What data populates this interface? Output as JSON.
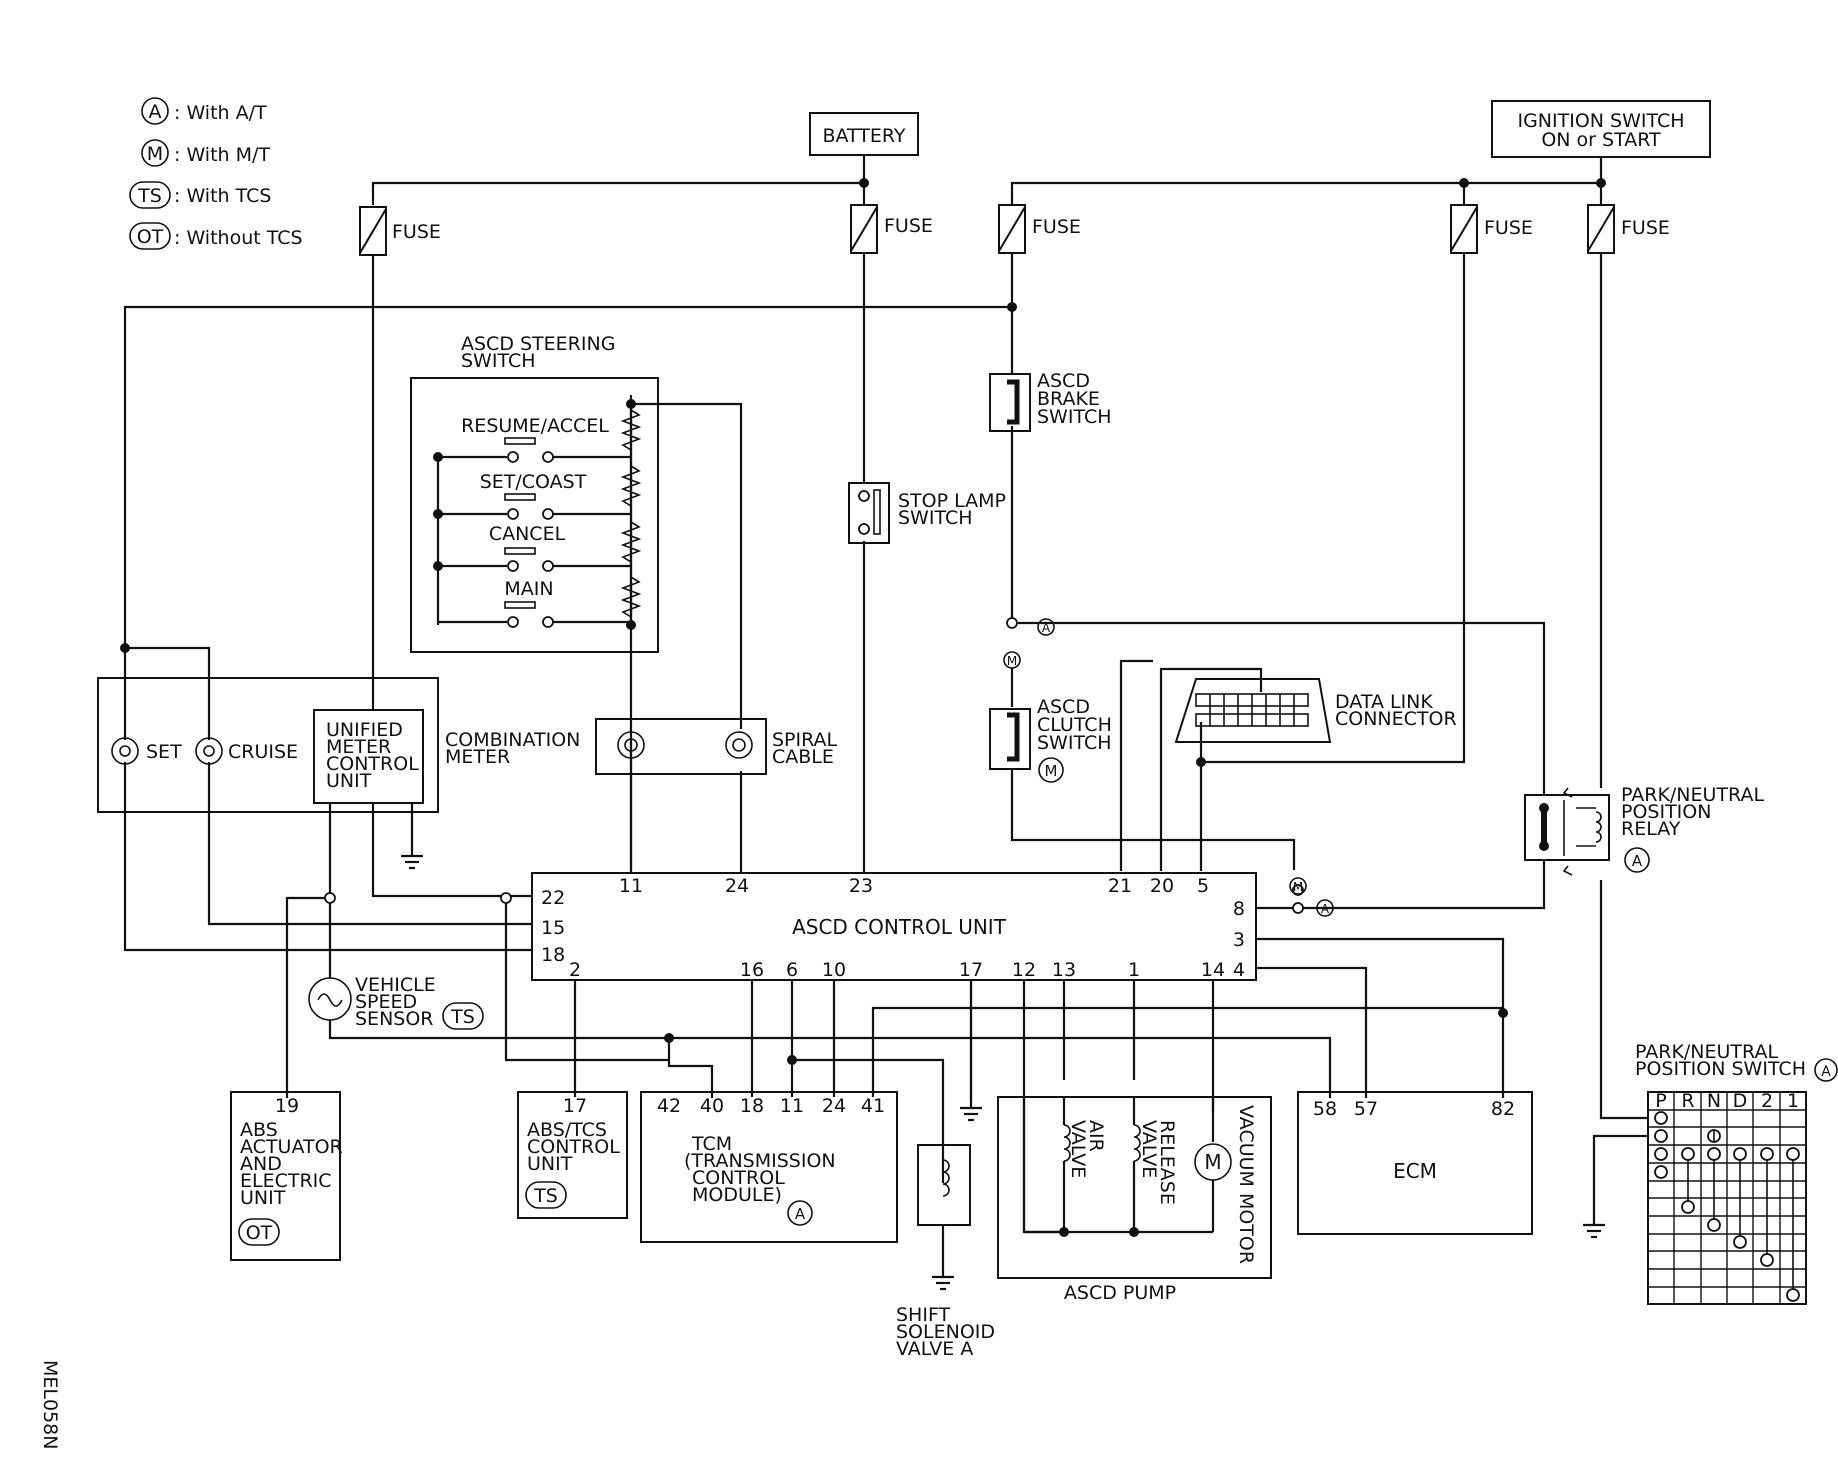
{
  "legend": [
    {
      "symbol": "A",
      "text": ": With A/T"
    },
    {
      "symbol": "M",
      "text": ": With M/T"
    },
    {
      "symbol": "TS",
      "text": ": With TCS"
    },
    {
      "symbol": "OT",
      "text": ": Without  TCS"
    }
  ],
  "sources": {
    "battery": "BATTERY",
    "ignition_line1": "IGNITION SWITCH",
    "ignition_line2": "ON or START",
    "fuse": "FUSE"
  },
  "steering_switch": {
    "title_line1": "ASCD STEERING",
    "title_line2": "SWITCH",
    "buttons": [
      "RESUME/ACCEL",
      "SET/COAST",
      "CANCEL",
      "MAIN"
    ]
  },
  "combination_meter": {
    "set": "SET",
    "cruise": "CRUISE",
    "umcu": [
      "UNIFIED",
      "METER",
      "CONTROL",
      "UNIT"
    ],
    "label": [
      "COMBINATION",
      "METER"
    ]
  },
  "spiral_cable": [
    "SPIRAL",
    "CABLE"
  ],
  "stop_lamp_switch": [
    "STOP LAMP",
    "SWITCH"
  ],
  "brake_switch": [
    "ASCD",
    "BRAKE",
    "SWITCH"
  ],
  "clutch_switch": [
    "ASCD",
    "CLUTCH",
    "SWITCH"
  ],
  "data_link": [
    "DATA LINK",
    "CONNECTOR"
  ],
  "pn_relay": [
    "PARK/NEUTRAL",
    "POSITION",
    "RELAY"
  ],
  "control_unit": {
    "title": "ASCD CONTROL UNIT",
    "top_pins": [
      "11",
      "24",
      "23",
      "21",
      "20",
      "5"
    ],
    "left_pins": [
      "22",
      "15",
      "18"
    ],
    "right_pins": [
      "8",
      "3",
      "4"
    ],
    "bottom_pins": [
      "2",
      "16",
      "6",
      "10",
      "17",
      "12",
      "13",
      "1",
      "14"
    ]
  },
  "vehicle_speed_sensor": [
    "VEHICLE",
    "SPEED",
    "SENSOR"
  ],
  "abs_actuator": {
    "pin": "19",
    "lines": [
      "ABS",
      "ACTUATOR",
      "AND",
      "ELECTRIC",
      "UNIT"
    ]
  },
  "abs_tcs": {
    "pin": "17",
    "lines": [
      "ABS/TCS",
      "CONTROL",
      "UNIT"
    ]
  },
  "tcm": {
    "pins": [
      "42",
      "40",
      "18",
      "11",
      "24",
      "41"
    ],
    "lines": [
      "TCM",
      "(TRANSMISSION",
      "CONTROL",
      "MODULE)"
    ]
  },
  "shift_solenoid": [
    "SHIFT",
    "SOLENOID",
    "VALVE A"
  ],
  "ascd_pump": {
    "label": "ASCD PUMP",
    "air": [
      "AIR",
      "VALVE"
    ],
    "release": [
      "RELEASE",
      "VALVE"
    ],
    "motor": "VACUUM MOTOR"
  },
  "ecm": {
    "pins": [
      "58",
      "57",
      "82"
    ],
    "label": "ECM"
  },
  "pn_switch": {
    "title_line1": "PARK/NEUTRAL",
    "title_line2": "POSITION SWITCH",
    "cols": [
      "P",
      "R",
      "N",
      "D",
      "2",
      "1"
    ]
  },
  "diagram_code": "MEL058N"
}
